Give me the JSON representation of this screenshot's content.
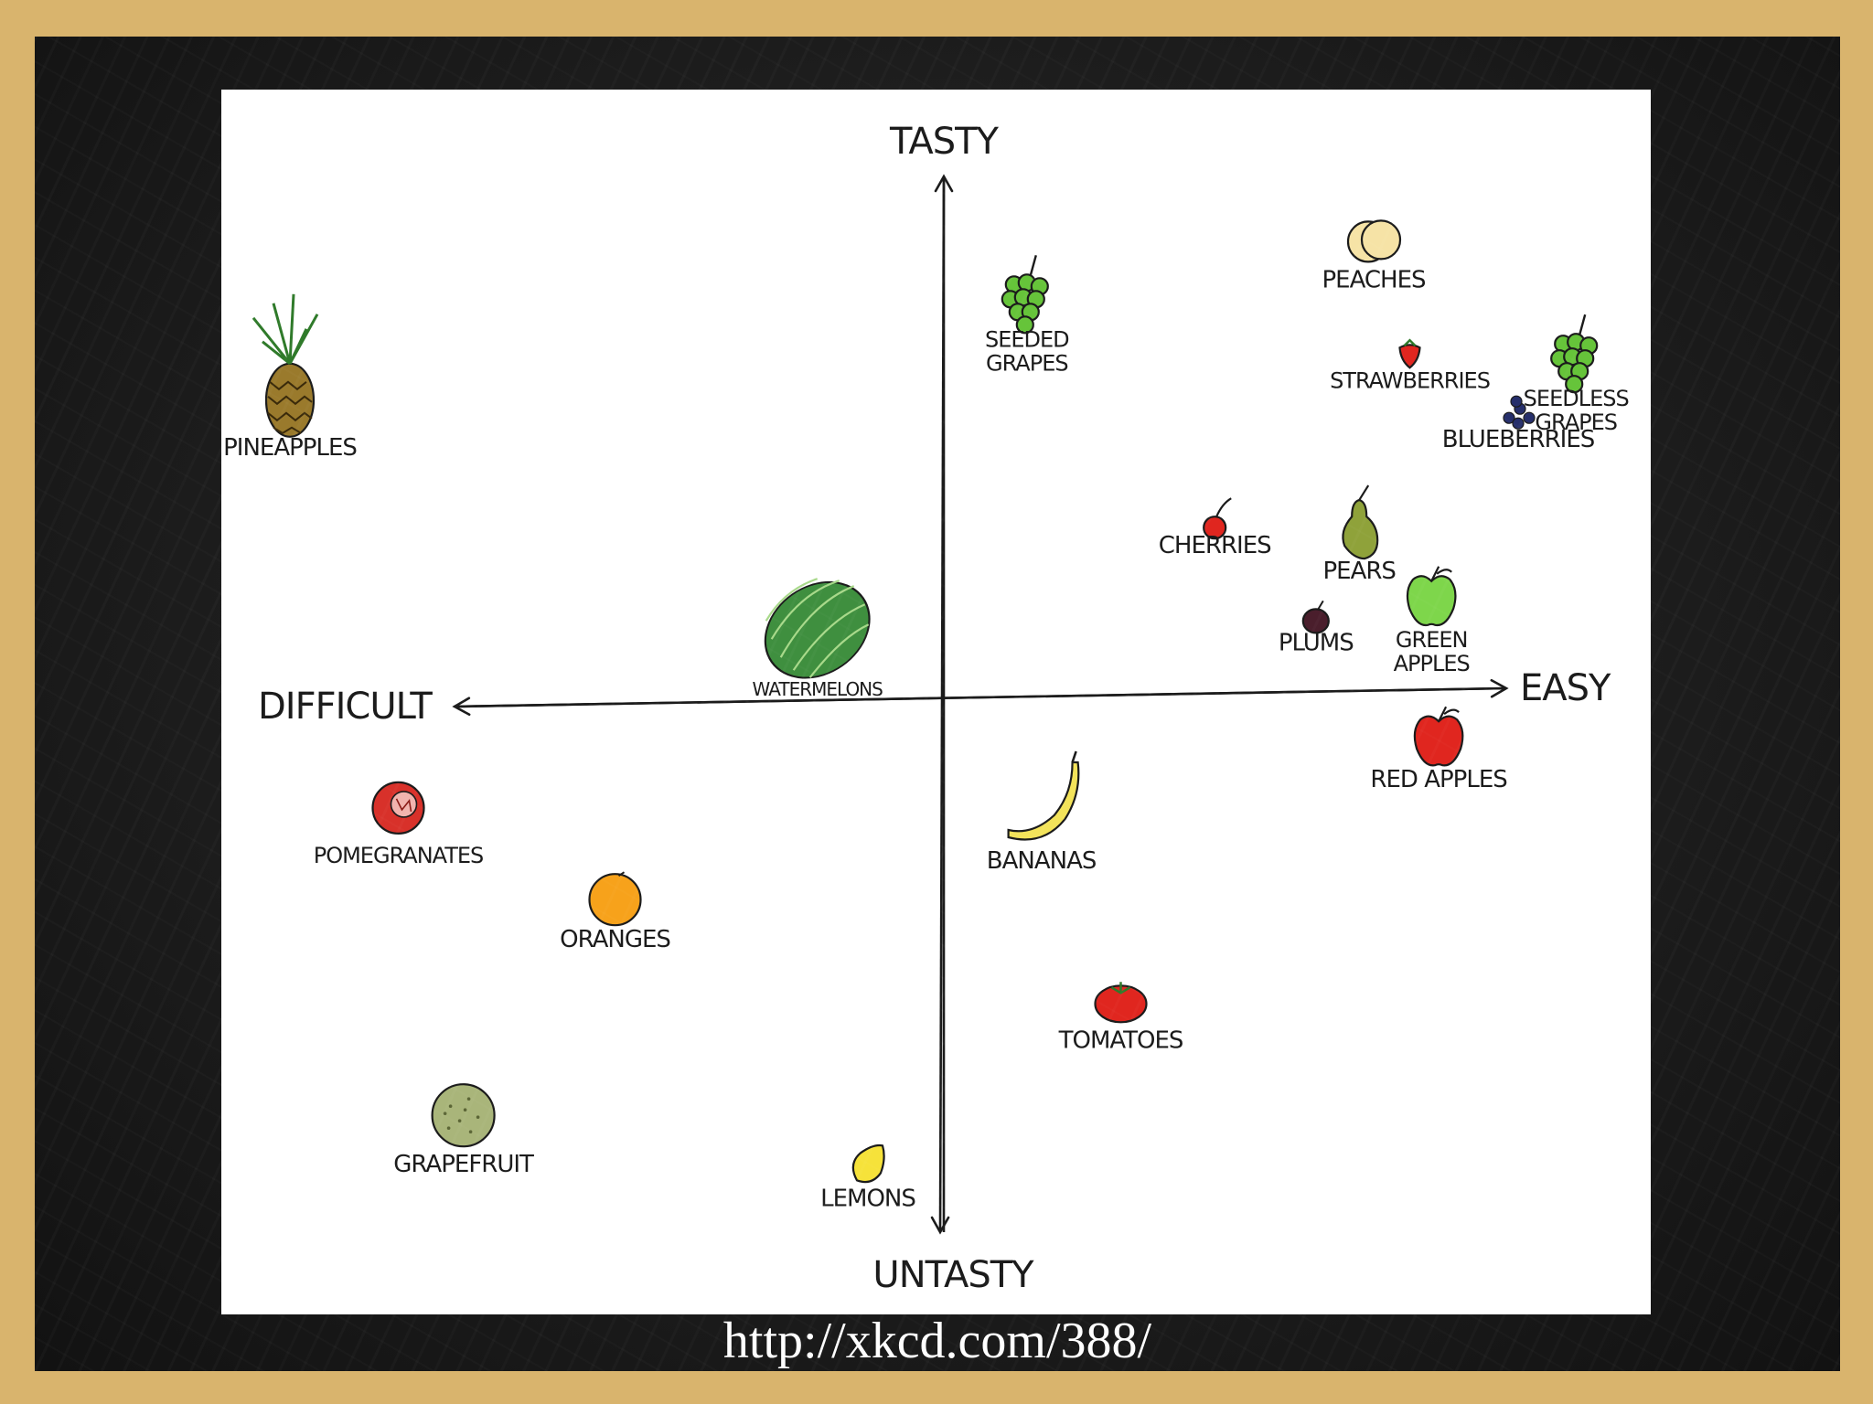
{
  "source": {
    "link_text": "http://xkcd.com/388/"
  },
  "chart_data": {
    "type": "scatter",
    "axes": {
      "y_positive": "TASTY",
      "y_negative": "UNTASTY",
      "x_negative": "DIFFICULT",
      "x_positive": "EASY"
    },
    "xlim": [
      -1,
      1
    ],
    "ylim": [
      -1,
      1
    ],
    "grid": false,
    "points": [
      {
        "label": "PEACHES",
        "x": 0.6,
        "y": 0.84,
        "icon": "peach",
        "color": "#f6e3a6"
      },
      {
        "label": "SEEDED GRAPES",
        "x": 0.12,
        "y": 0.73,
        "icon": "grapes",
        "color": "#66c43a"
      },
      {
        "label": "STRAWBERRIES",
        "x": 0.65,
        "y": 0.63,
        "icon": "strawberry",
        "color": "#e0261f"
      },
      {
        "label": "SEEDLESS GRAPES",
        "x": 0.88,
        "y": 0.62,
        "icon": "grapes",
        "color": "#66c43a"
      },
      {
        "label": "BLUEBERRIES",
        "x": 0.8,
        "y": 0.52,
        "icon": "blueberries",
        "color": "#262f6b"
      },
      {
        "label": "PINEAPPLES",
        "x": -0.9,
        "y": 0.58,
        "icon": "pineapple",
        "color": "#9a7a2c"
      },
      {
        "label": "CHERRIES",
        "x": 0.38,
        "y": 0.32,
        "icon": "cherry",
        "color": "#e0261f"
      },
      {
        "label": "PEARS",
        "x": 0.58,
        "y": 0.31,
        "icon": "pear",
        "color": "#8fa23a"
      },
      {
        "label": "GREEN APPLES",
        "x": 0.68,
        "y": 0.18,
        "icon": "apple",
        "color": "#7ed64b"
      },
      {
        "label": "PLUMS",
        "x": 0.52,
        "y": 0.14,
        "icon": "plum",
        "color": "#4a1e2c"
      },
      {
        "label": "WATERMELONS",
        "x": -0.17,
        "y": 0.12,
        "icon": "watermelon",
        "color": "#3f8f3f"
      },
      {
        "label": "RED APPLES",
        "x": 0.69,
        "y": -0.08,
        "icon": "apple",
        "color": "#e0261f"
      },
      {
        "label": "BANANAS",
        "x": 0.14,
        "y": -0.2,
        "icon": "banana",
        "color": "#f3e35a"
      },
      {
        "label": "POMEGRANATES",
        "x": -0.75,
        "y": -0.21,
        "icon": "pomegranate",
        "color": "#d8312a"
      },
      {
        "label": "ORANGES",
        "x": -0.45,
        "y": -0.38,
        "icon": "orange",
        "color": "#f7a21b"
      },
      {
        "label": "TOMATOES",
        "x": 0.25,
        "y": -0.57,
        "icon": "tomato",
        "color": "#e0261f"
      },
      {
        "label": "GRAPEFRUIT",
        "x": -0.66,
        "y": -0.78,
        "icon": "grapefruit",
        "color": "#a9b57a"
      },
      {
        "label": "LEMONS",
        "x": -0.1,
        "y": -0.87,
        "icon": "lemon",
        "color": "#f6e23a"
      }
    ]
  }
}
